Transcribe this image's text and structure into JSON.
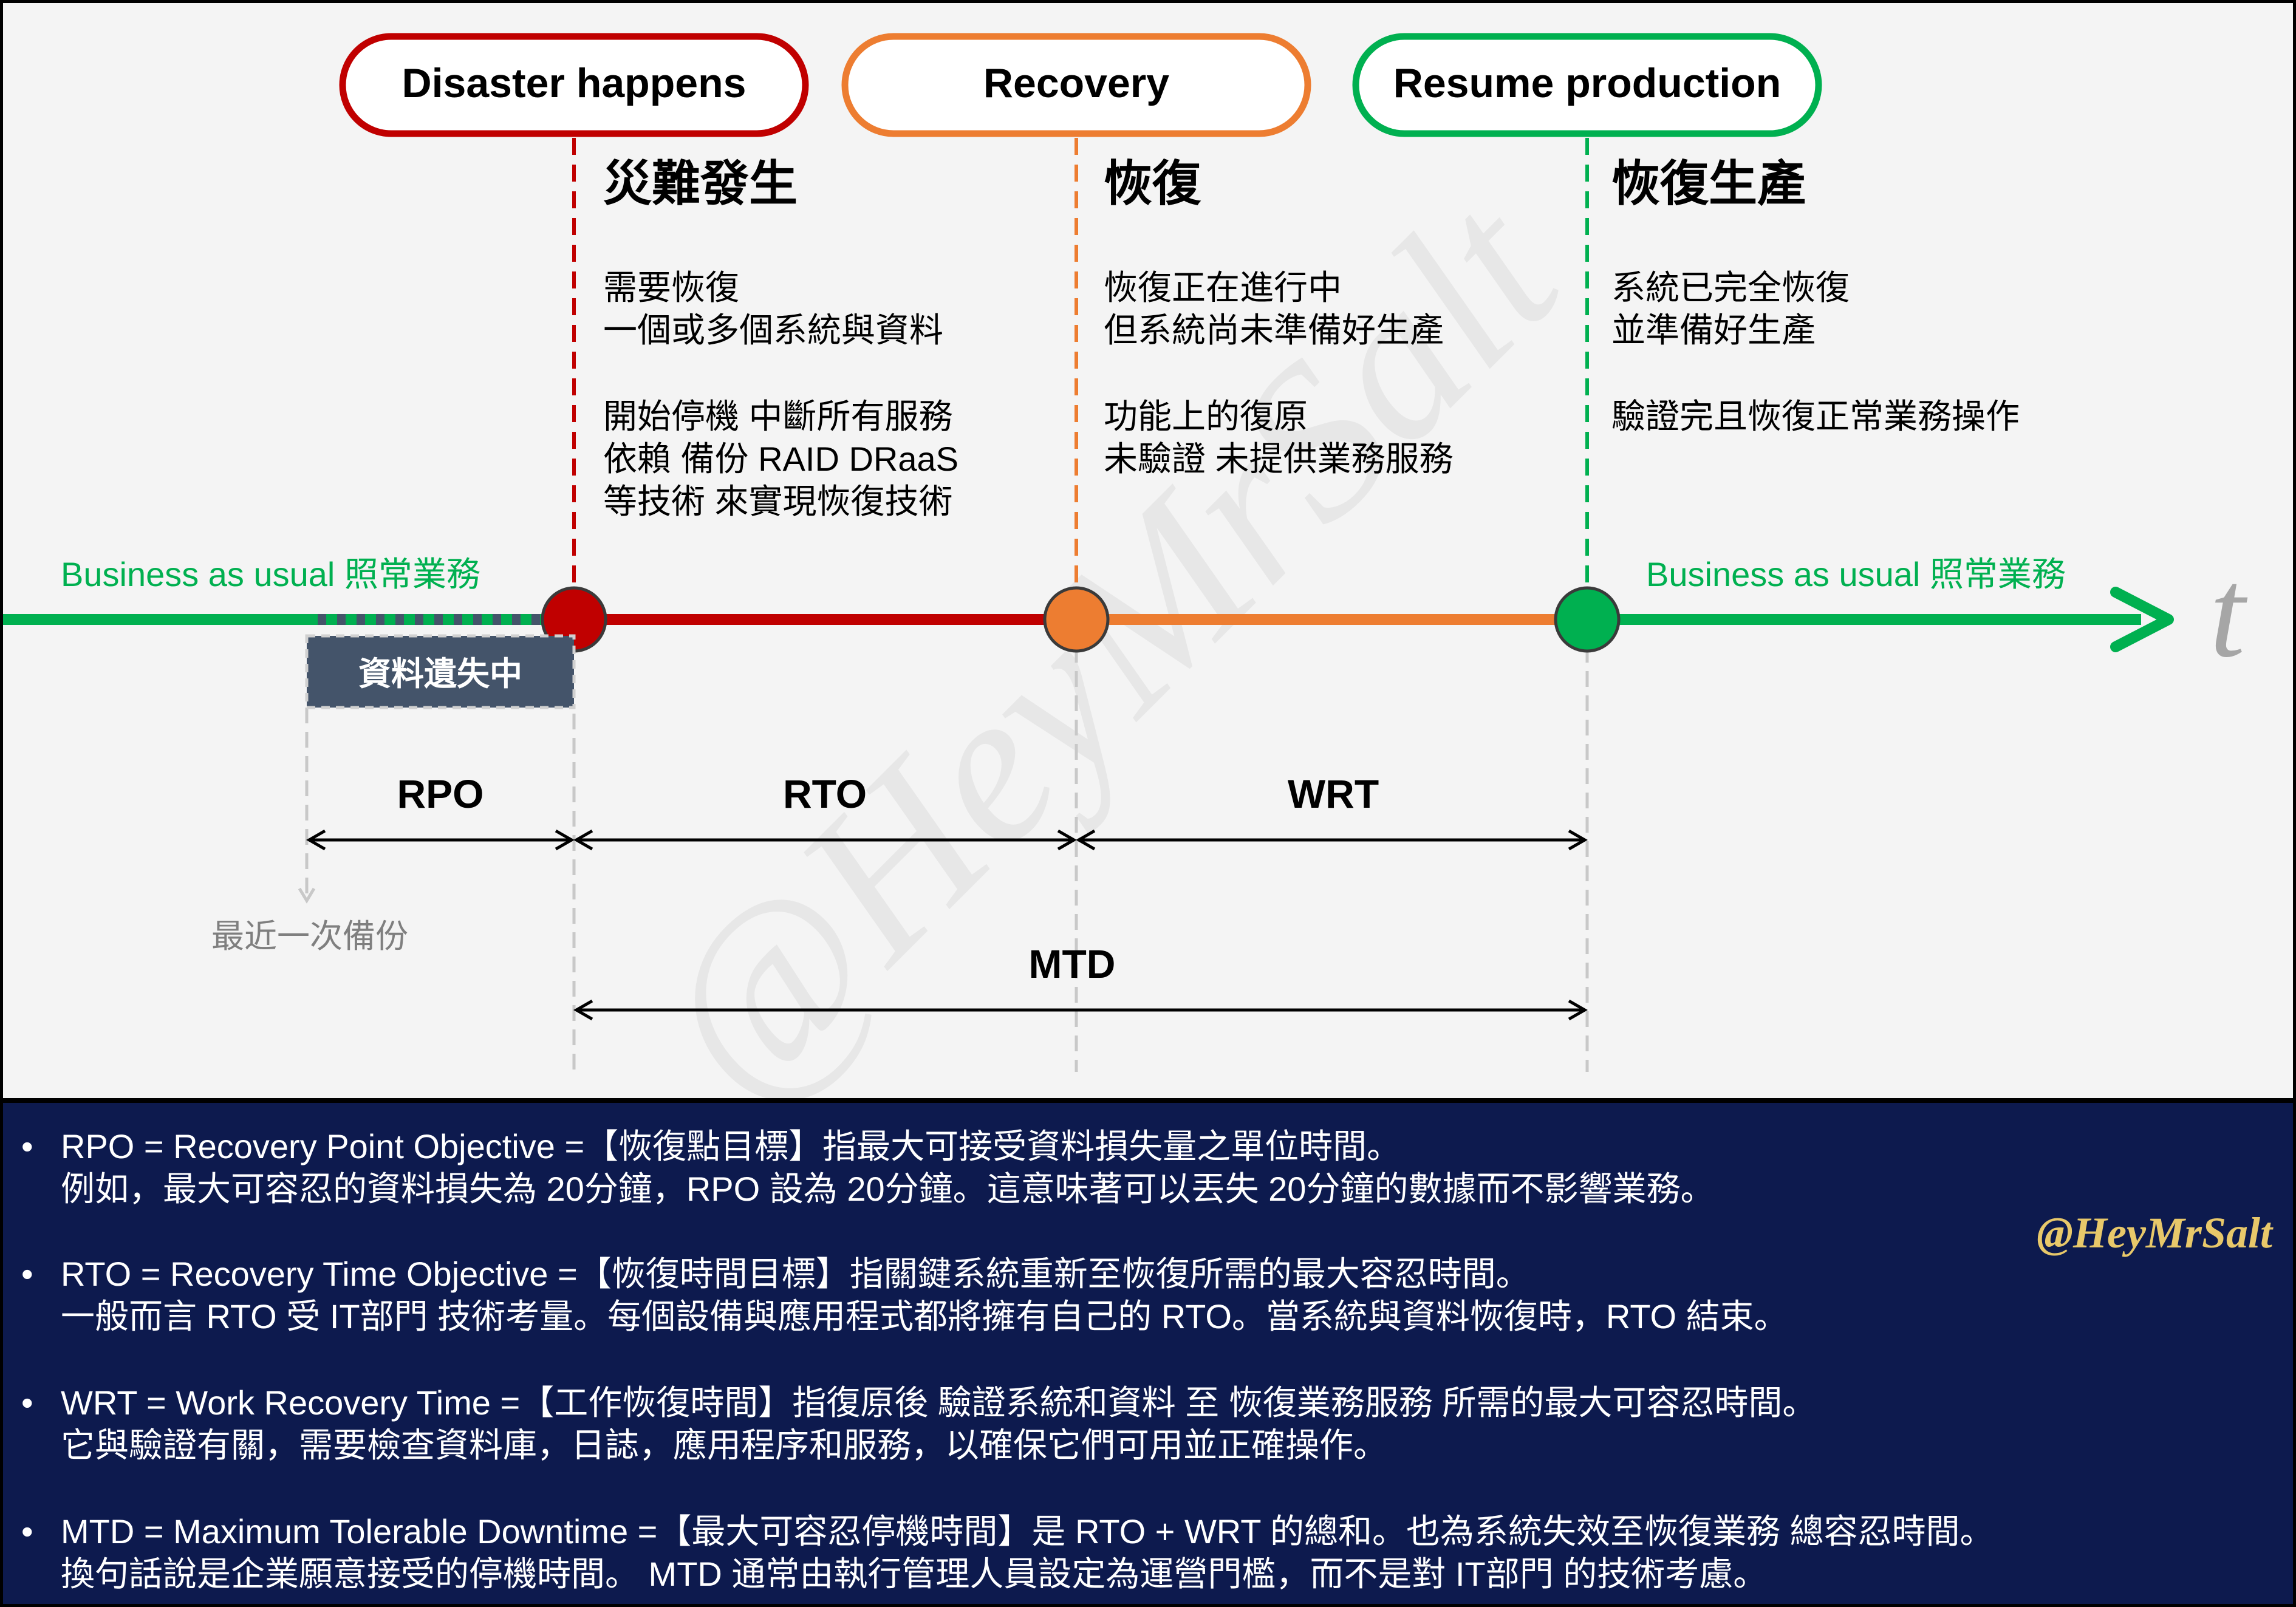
{
  "colors": {
    "disaster": "#c00000",
    "recovery": "#ed7d31",
    "production": "#00b050",
    "panel": "#0d1a4e",
    "handle": "#e8c86a",
    "gray_text": "#7f7f7f"
  },
  "stages": [
    {
      "label": "Disaster happens",
      "title_zh": "災難發生",
      "lines": [
        "需要恢復",
        "一個或多個系統與資料",
        "",
        "開始停機 中斷所有服務",
        "依賴 備份 RAID DRaaS",
        "等技術 來實現恢復技術"
      ]
    },
    {
      "label": "Recovery",
      "title_zh": "恢復",
      "lines": [
        "恢復正在進行中",
        "但系統尚未準備好生產",
        "",
        "功能上的復原",
        "未驗證 未提供業務服務"
      ]
    },
    {
      "label": "Resume production",
      "title_zh": "恢復生產",
      "lines": [
        "系統已完全恢復",
        "並準備好生產",
        "",
        "驗證完且恢復正常業務操作"
      ]
    }
  ],
  "timeline": {
    "left_label": "Business as usual 照常業務",
    "right_label": "Business as usual 照常業務",
    "axis_label": "t",
    "data_loss_label": "資料遺失中",
    "last_backup_label": "最近一次備份"
  },
  "intervals": [
    "RPO",
    "RTO",
    "WRT",
    "MTD"
  ],
  "watermark": "@HeyMrSalt",
  "notes": [
    {
      "line1": "RPO = Recovery Point Objective =【恢復點目標】指最大可接受資料損失量之單位時間。",
      "line2": "例如，最大可容忍的資料損失為 20分鐘，RPO 設為 20分鐘。這意味著可以丟失 20分鐘的數據而不影響業務。"
    },
    {
      "line1": "RTO = Recovery Time Objective =【恢復時間目標】指關鍵系統重新至恢復所需的最大容忍時間。",
      "line2": "一般而言 RTO 受 IT部門 技術考量。每個設備與應用程式都將擁有自己的 RTO。當系統與資料恢復時，RTO 結束。"
    },
    {
      "line1": "WRT = Work Recovery Time =【工作恢復時間】指復原後 驗證系統和資料 至 恢復業務服務 所需的最大可容忍時間。",
      "line2": "它與驗證有關，需要檢查資料庫，日誌，應用程序和服務，以確保它們可用並正確操作。"
    },
    {
      "line1": "MTD = Maximum Tolerable Downtime =【最大可容忍停機時間】是 RTO + WRT 的總和。也為系統失效至恢復業務 總容忍時間。",
      "line2": "換句話說是企業願意接受的停機時間。 MTD 通常由執行管理人員設定為運營門檻，而不是對 IT部門 的技術考慮。"
    }
  ]
}
